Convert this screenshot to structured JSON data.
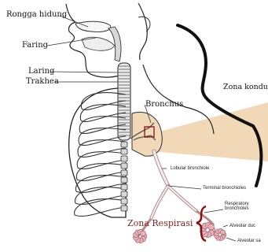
{
  "labels": {
    "rongga_hidung": "Rongga hidung",
    "faring": "Faring",
    "laring": "Laring",
    "trakhea": "Trakhea",
    "bronchus": "Bronchus",
    "zona_konduksi": "Zona konduksi",
    "zona_respirasi": "Zona Respirasi",
    "lobular_bronchiole": "Lobular bronchiole",
    "terminal_bronchioles": "Terminal bronchioles",
    "respiratory_bronchioles": "Respiratory\nbronchioles",
    "alveolar_duct": "Alveolar duc",
    "alveolar_sac": "Alveolar sa"
  },
  "colors": {
    "zona_respirasi_text": "#8a1c1c",
    "zona_respirasi_brace": "#8a1010",
    "zoom_wedge": "#f1d8b6",
    "alveoli": "#e7b3ba"
  }
}
